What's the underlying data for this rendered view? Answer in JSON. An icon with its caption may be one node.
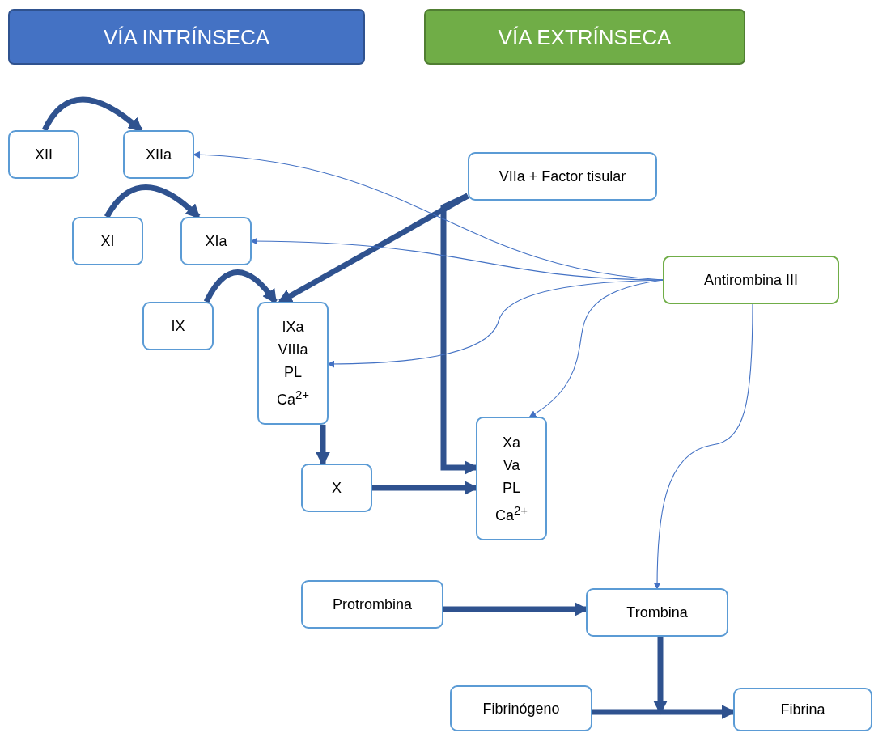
{
  "diagram": {
    "nodes": [
      {
        "text": [
          "VÍA INTRÍNSECA"
        ]
      },
      {
        "text": [
          "VÍA EXTRÍNSECA"
        ]
      },
      {
        "text": [
          "XII"
        ]
      },
      {
        "text": [
          "XIIa"
        ]
      },
      {
        "text": [
          "XI"
        ]
      },
      {
        "text": [
          "XIa"
        ]
      },
      {
        "text": [
          "IX"
        ]
      },
      {
        "text": [
          "IXa",
          "VIIIa",
          "PL",
          "Ca$^{2+}$"
        ]
      },
      {
        "text": [
          "VIIa + Factor tisular"
        ]
      },
      {
        "text": [
          "Antirombina III"
        ]
      },
      {
        "text": [
          "X"
        ]
      },
      {
        "text": [
          "Xa",
          "Va",
          "PL",
          "Ca$^{2+}$"
        ]
      },
      {
        "text": [
          "Protrombina"
        ]
      },
      {
        "text": [
          "Trombina"
        ]
      },
      {
        "text": [
          "Fibrinógeno"
        ]
      },
      {
        "text": [
          "Fibrina"
        ]
      }
    ],
    "edges": [
      {
        "from": 2,
        "to": 3,
        "arrow": "to"
      },
      {
        "from": 4,
        "to": 5,
        "arrow": "to"
      },
      {
        "from": 6,
        "to": 7,
        "arrow": "to"
      },
      {
        "from": 8,
        "to": 7,
        "arrow": "to"
      },
      {
        "from": 8,
        "to": 11,
        "arrow": "to"
      },
      {
        "from": 7,
        "to": 10,
        "arrow": "to"
      },
      {
        "from": 10,
        "to": 11,
        "arrow": "to"
      },
      {
        "from": 12,
        "to": 13,
        "arrow": "to"
      },
      {
        "from": 13,
        "to": null,
        "arrow": "to"
      },
      {
        "from": 14,
        "to": 15,
        "arrow": "to"
      },
      {
        "from": 9,
        "to": 3,
        "arrow": "to",
        "color": "#4472c4"
      },
      {
        "from": 9,
        "to": 5,
        "arrow": "to",
        "color": "#4472c4"
      },
      {
        "from": 9,
        "to": 7,
        "arrow": "to",
        "color": "#4472c4"
      },
      {
        "from": 9,
        "to": 11,
        "arrow": "to",
        "color": "#4472c4"
      },
      {
        "from": 9,
        "to": 13,
        "arrow": "to",
        "color": "#4472c4"
      }
    ]
  }
}
